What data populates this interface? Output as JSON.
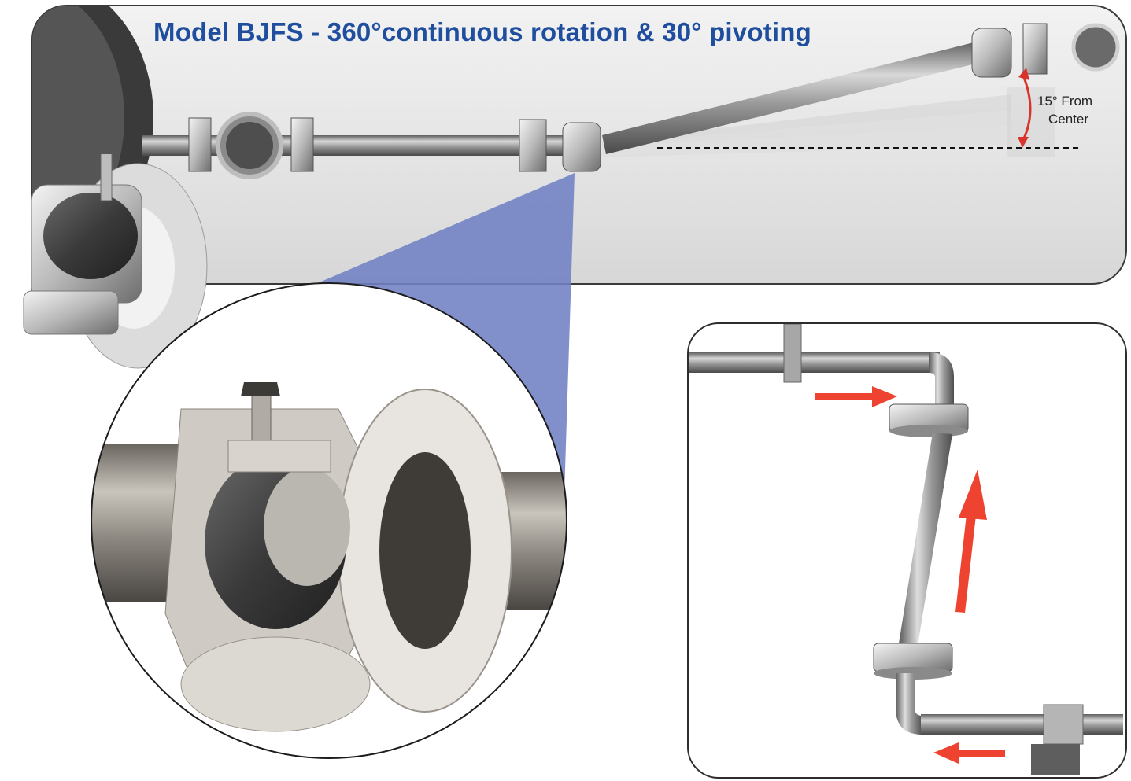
{
  "title": "Model BJFS - 360°continuous rotation & 30° pivoting",
  "angle_annotation": {
    "line1": "15° From",
    "line2": "Center"
  },
  "colors": {
    "title": "#1f4e9e",
    "flow_arrows": "#ee4330",
    "angle_arrow": "#d9342b",
    "callout": "#6f7fc4"
  },
  "icons": {
    "flow_arrow": "flow-arrow-icon",
    "angle_arrow": "curved-double-arrow-icon"
  }
}
